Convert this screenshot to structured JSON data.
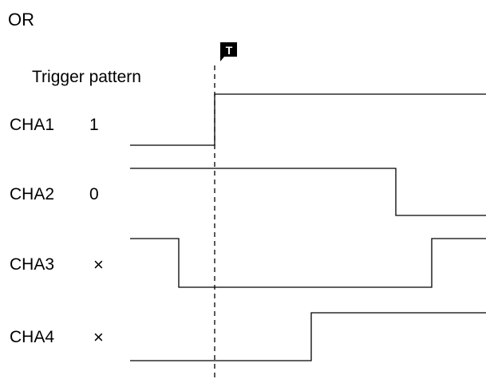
{
  "title": "OR",
  "trigger_pattern_label": "Trigger pattern",
  "trigger_marker": "T",
  "channels": [
    {
      "name": "CHA1",
      "pattern": "1"
    },
    {
      "name": "CHA2",
      "pattern": "0"
    },
    {
      "name": "CHA3",
      "pattern": "×"
    },
    {
      "name": "CHA4",
      "pattern": "×"
    }
  ],
  "colors": {
    "line": "#000000",
    "background": "#ffffff"
  }
}
